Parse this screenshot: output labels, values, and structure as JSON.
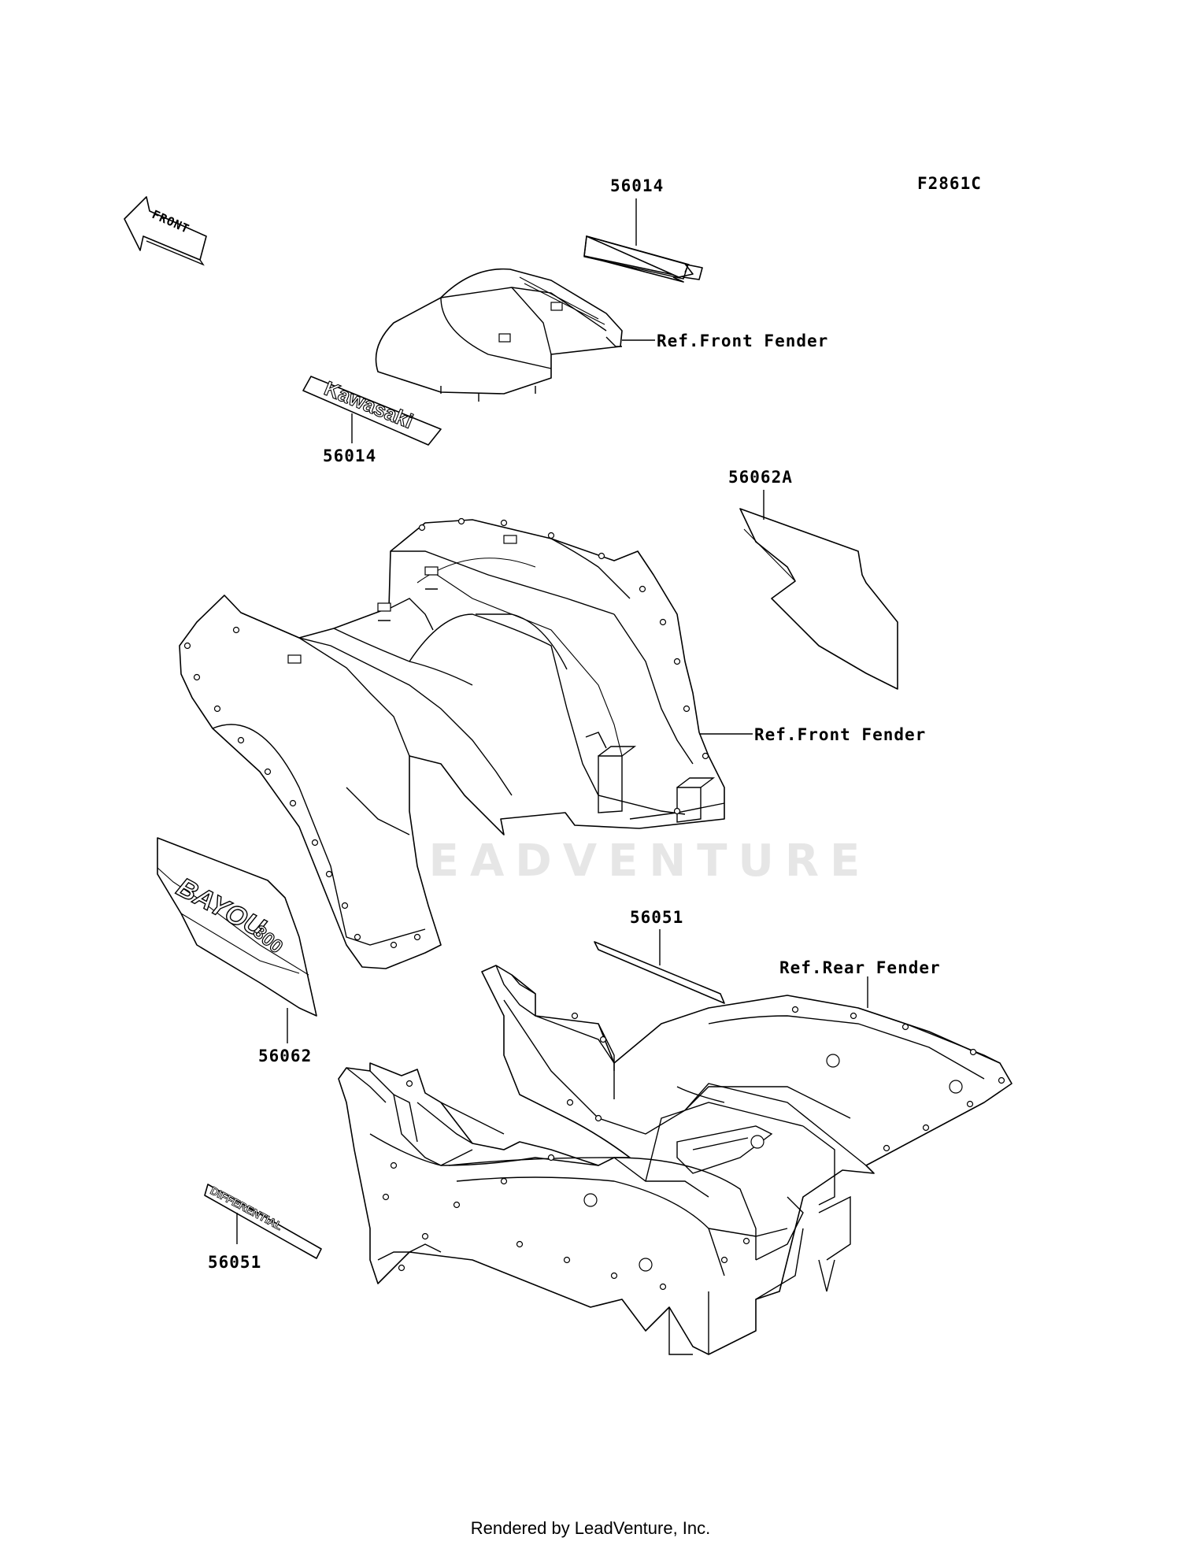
{
  "figure_code": "F2861C",
  "front_arrow_text": "FRONT",
  "callouts": {
    "top_stripe": "56014",
    "kawasaki_decal": "56014",
    "side_decal_right": "56062A",
    "bayou_decal": "56062",
    "rear_stripe": "56051",
    "differential_decal": "56051"
  },
  "references": {
    "front_fender_upper": "Ref.Front Fender",
    "front_fender_lower": "Ref.Front Fender",
    "rear_fender": "Ref.Rear Fender"
  },
  "decal_texts": {
    "kawasaki": "Kawasaki",
    "bayou": "BAYOU",
    "bayou_number": "300",
    "differential": "DIFFERENTIAL"
  },
  "watermark": "LEADVENTURE",
  "footer": "Rendered by LeadVenture, Inc."
}
